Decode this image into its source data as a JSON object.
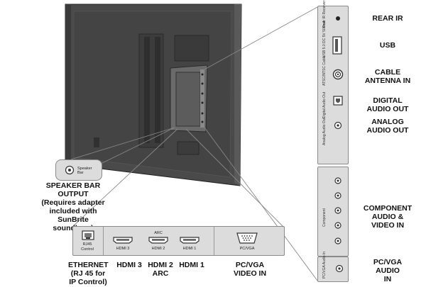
{
  "callouts": {
    "rear_ir": "REAR IR",
    "usb": "USB",
    "cable_antenna_in_1": "CABLE",
    "cable_antenna_in_2": "ANTENNA IN",
    "digital_audio_out_1": "DIGITAL",
    "digital_audio_out_2": "AUDIO OUT",
    "analog_audio_out_1": "ANALOG",
    "analog_audio_out_2": "AUDIO OUT",
    "component_1": "COMPONENT",
    "component_2": "AUDIO &",
    "component_3": "VIDEO IN",
    "pcvga_audio_1": "PC/VGA",
    "pcvga_audio_2": "AUDIO",
    "pcvga_audio_3": "IN",
    "speaker_bar_1": "SPEAKER BAR OUTPUT",
    "speaker_bar_2": "(Requires adapter",
    "speaker_bar_3": "included with SunBrite",
    "speaker_bar_4": "soundbars)",
    "ethernet_1": "ETHERNET",
    "ethernet_2": "(RJ 45 for",
    "ethernet_3": "IP Control)",
    "hdmi3": "HDMI 3",
    "hdmi2_1": "HDMI 2",
    "hdmi2_2": "ARC",
    "hdmi1": "HDMI 1",
    "pcvga_video_1": "PC/VGA",
    "pcvga_video_2": "VIDEO IN"
  },
  "panel_labels": {
    "speaker_bar": "Speaker Bar",
    "rj45": "RJ45",
    "rj45_control": "Control",
    "hdmi3": "HDMI 3",
    "hdmi2": "HDMI 2",
    "hdmi2_arc": "ARC",
    "hdmi1": "HDMI 1",
    "pcvga": "PC/VGA",
    "rear_ir": "Rear IR Receiver",
    "usb": "USB 5.0 DC 5V 500mA",
    "antenna": "ATSC/NTSC Cable",
    "digital_audio": "Digital Audio Out",
    "analog_audio": "Analog Audio Out",
    "component": "Component",
    "pc_audio": "PC/VGA Audio In"
  }
}
